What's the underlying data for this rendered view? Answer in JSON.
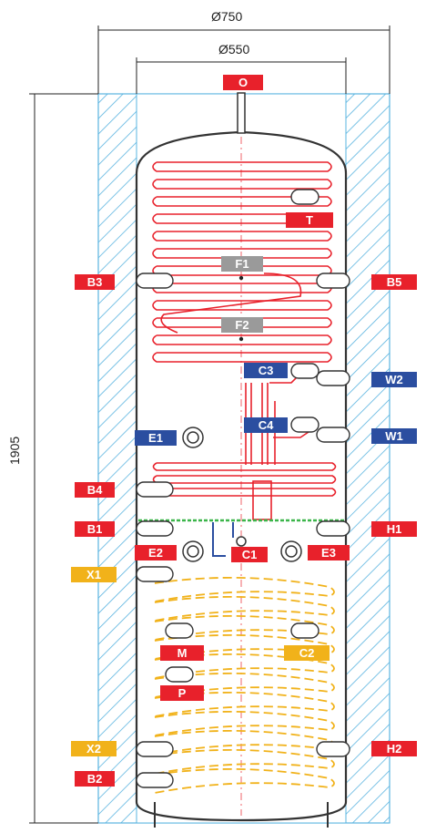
{
  "dimensions": {
    "outer_diameter": "Ø750",
    "inner_diameter": "Ø550",
    "height": "1905"
  },
  "connections": {
    "O": {
      "text": "O",
      "color": "#e8212b"
    },
    "T": {
      "text": "T",
      "color": "#e8212b"
    },
    "F1": {
      "text": "F1",
      "color": "#9a9a9a"
    },
    "F2": {
      "text": "F2",
      "color": "#9a9a9a"
    },
    "B3": {
      "text": "B3",
      "color": "#e8212b"
    },
    "B5": {
      "text": "B5",
      "color": "#e8212b"
    },
    "C3": {
      "text": "C3",
      "color": "#2b4ea0"
    },
    "W2": {
      "text": "W2",
      "color": "#2b4ea0"
    },
    "C4": {
      "text": "C4",
      "color": "#2b4ea0"
    },
    "E1": {
      "text": "E1",
      "color": "#2b4ea0"
    },
    "W1": {
      "text": "W1",
      "color": "#2b4ea0"
    },
    "B4": {
      "text": "B4",
      "color": "#e8212b"
    },
    "B1": {
      "text": "B1",
      "color": "#e8212b"
    },
    "H1": {
      "text": "H1",
      "color": "#e8212b"
    },
    "E2": {
      "text": "E2",
      "color": "#e8212b"
    },
    "C1": {
      "text": "C1",
      "color": "#e8212b"
    },
    "E3": {
      "text": "E3",
      "color": "#e8212b"
    },
    "X1": {
      "text": "X1",
      "color": "#f1b21a"
    },
    "M": {
      "text": "M",
      "color": "#e8212b"
    },
    "C2": {
      "text": "C2",
      "color": "#f1b21a"
    },
    "P": {
      "text": "P",
      "color": "#e8212b"
    },
    "X2": {
      "text": "X2",
      "color": "#f1b21a"
    },
    "H2": {
      "text": "H2",
      "color": "#e8212b"
    },
    "B2": {
      "text": "B2",
      "color": "#e8212b"
    }
  },
  "colors": {
    "insulation_hatch": "#5ab4e0",
    "coil_red": "#e8212b",
    "coil_yellow": "#f1b21a",
    "separator_green": "#3bb54a",
    "tank_outline": "#333333"
  }
}
